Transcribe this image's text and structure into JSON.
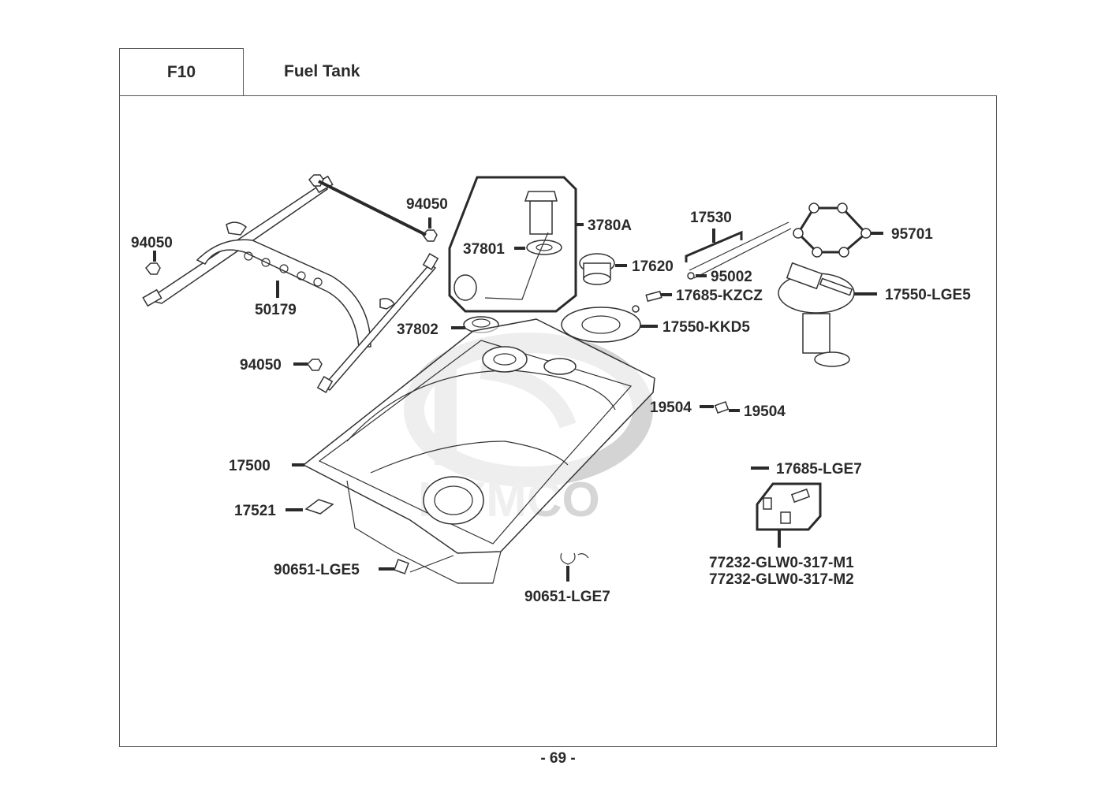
{
  "page": {
    "section_code": "F10",
    "section_title": "Fuel Tank",
    "page_number": "- 69 -",
    "watermark": "KYMCO"
  },
  "parts": {
    "p94050_top": "94050",
    "p94050_left": "94050",
    "p94050_bottom": "94050",
    "p50179": "50179",
    "p3780A": "3780A",
    "p37801": "37801",
    "p37802": "37802",
    "p17620": "17620",
    "p17530": "17530",
    "p95002": "95002",
    "p17685_KZCZ": "17685-KZCZ",
    "p17550_KKD5": "17550-KKD5",
    "p95701": "95701",
    "p17550_LGE5": "17550-LGE5",
    "p19504_a": "19504",
    "p19504_b": "19504",
    "p17685_LGE7": "17685-LGE7",
    "p17500": "17500",
    "p17521": "17521",
    "p90651_LGE5": "90651-LGE5",
    "p90651_LGE7": "90651-LGE7",
    "p77232_M1": "77232-GLW0-317-M1",
    "p77232_M2": "77232-GLW0-317-M2"
  }
}
